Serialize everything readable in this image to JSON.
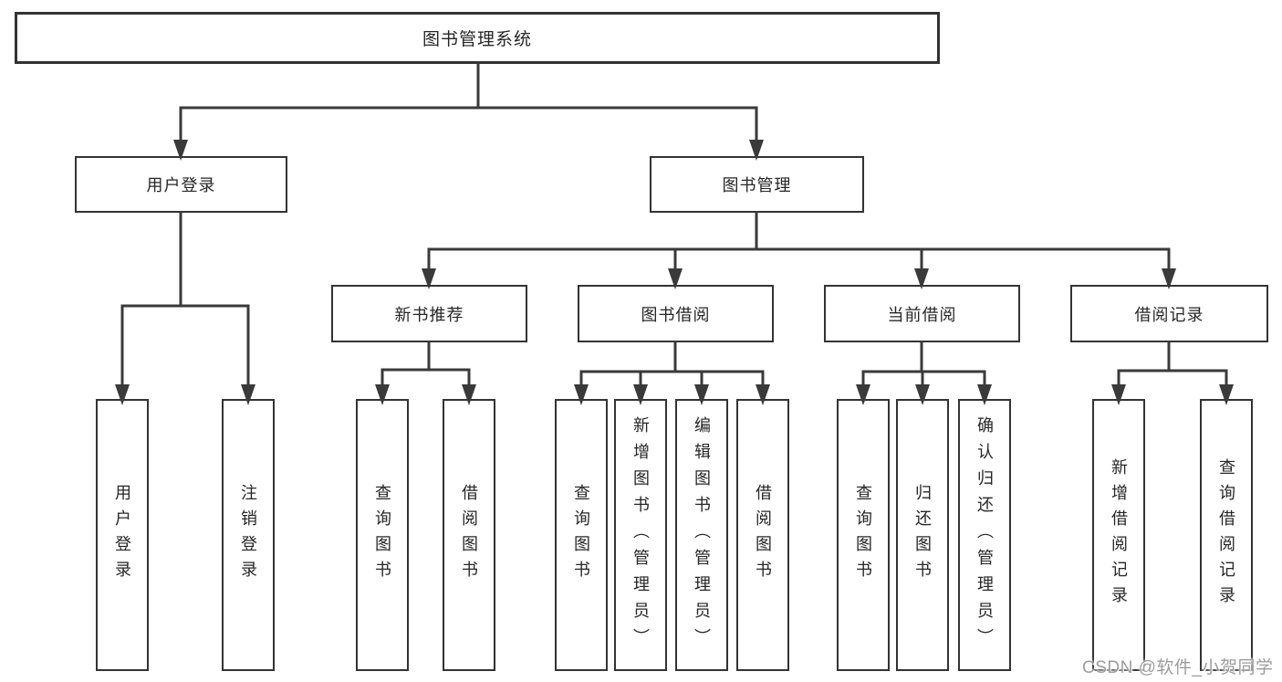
{
  "diagram": {
    "root": "图书管理系统",
    "level2": [
      "用户登录",
      "图书管理"
    ],
    "level3": [
      "新书推荐",
      "图书借阅",
      "当前借阅",
      "借阅记录"
    ],
    "level4": [
      [
        "用户登录",
        "注销登录"
      ],
      [
        "查询图书",
        "借阅图书"
      ],
      [
        "查询图书",
        "新增图书（管理员）",
        "编辑图书（管理员）",
        "借阅图书"
      ],
      [
        "查询图书",
        "归还图书",
        "确认归还（管理员）"
      ],
      [
        "新增借阅记录",
        "查询借阅记录"
      ]
    ],
    "colors": {
      "line": "#3a3a3a",
      "box_border": "#333333",
      "box_fill": "#ffffff",
      "text": "#262626",
      "background": "#ffffff",
      "watermark": "#9c9c9c"
    },
    "watermark": "CSDN @软件_小贺同学"
  }
}
